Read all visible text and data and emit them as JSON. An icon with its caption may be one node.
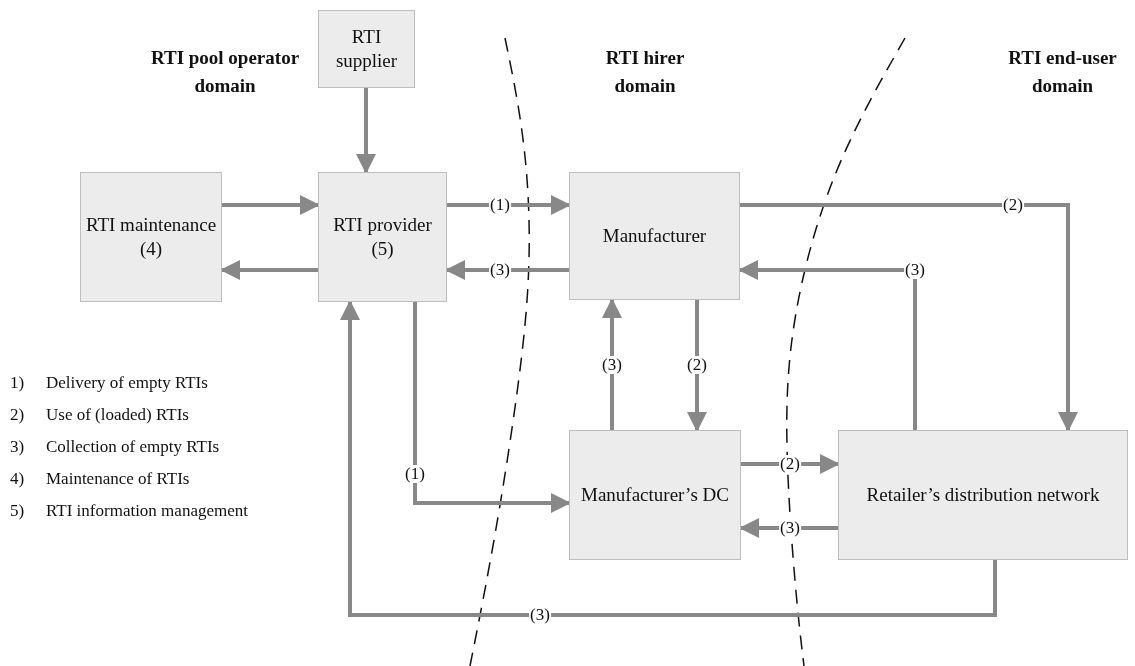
{
  "diagram": {
    "nodes": [
      {
        "text": [
          "RTI supplier"
        ]
      },
      {
        "text": [
          "RTI maintenance (4)"
        ]
      },
      {
        "text": [
          "RTI provider (5)"
        ]
      },
      {
        "text": [
          "Manufacturer"
        ]
      },
      {
        "text": [
          "Manufacturer’s DC"
        ]
      },
      {
        "text": [
          "Retailer’s distribution network"
        ]
      }
    ],
    "edges": [
      {
        "from": 0,
        "to": 2,
        "arrow": "to"
      },
      {
        "from": 1,
        "to": 2,
        "arrow": "to"
      },
      {
        "from": 2,
        "to": 1,
        "arrow": "to"
      },
      {
        "from": 2,
        "to": 3,
        "arrow": "to",
        "label": "(1)"
      },
      {
        "from": 3,
        "to": 2,
        "arrow": "to",
        "label": "(3)"
      },
      {
        "from": 3,
        "to": 5,
        "arrow": "to",
        "label": "(2)"
      },
      {
        "from": 5,
        "to": 3,
        "arrow": "to",
        "label": "(3)"
      },
      {
        "from": 4,
        "to": 3,
        "arrow": "to",
        "label": "(3)"
      },
      {
        "from": 3,
        "to": 4,
        "arrow": "to",
        "label": "(2)"
      },
      {
        "from": 2,
        "to": 4,
        "arrow": "to",
        "label": "(1)"
      },
      {
        "from": 4,
        "to": 5,
        "arrow": "to",
        "label": "(2)"
      },
      {
        "from": 5,
        "to": 4,
        "arrow": "to",
        "label": "(3)"
      },
      {
        "from": 5,
        "to": 2,
        "arrow": "to",
        "label": "(3)"
      }
    ],
    "labels": [
      "RTI pool operator domain",
      "RTI hirer domain",
      "RTI end-user domain",
      "1)",
      "Delivery of empty RTIs",
      "2)",
      "Use of (loaded) RTIs",
      "3)",
      "Collection of empty RTIs",
      "4)",
      "Maintenance of RTIs",
      "5)",
      "RTI information management"
    ]
  }
}
